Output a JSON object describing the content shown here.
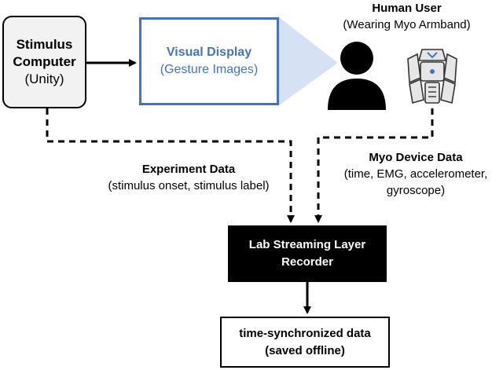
{
  "stimulus_computer": {
    "title_line1": "Stimulus",
    "title_line2": "Computer",
    "subtitle": "(Unity)"
  },
  "visual_display": {
    "title": "Visual Display",
    "subtitle": "(Gesture Images)"
  },
  "human_user": {
    "title": "Human User",
    "subtitle": "(Wearing Myo Armband)"
  },
  "experiment_data": {
    "title": "Experiment Data",
    "detail": "(stimulus onset, stimulus label)"
  },
  "myo_device_data": {
    "title": "Myo Device Data",
    "detail_line1": "(time, EMG, accelerometer,",
    "detail_line2": "gyroscope)"
  },
  "recorder": {
    "line1": "Lab Streaming Layer",
    "line2": "Recorder"
  },
  "output": {
    "line1": "time-synchronized data",
    "line2": "(saved offline)"
  },
  "icons": {
    "person": "person-icon",
    "armband": "myo-armband-icon"
  },
  "colors": {
    "accent": "#4472c4",
    "projection": "#d6e2f3",
    "stimulus_fill": "#f2f2f2",
    "recorder_fill": "#000000"
  }
}
